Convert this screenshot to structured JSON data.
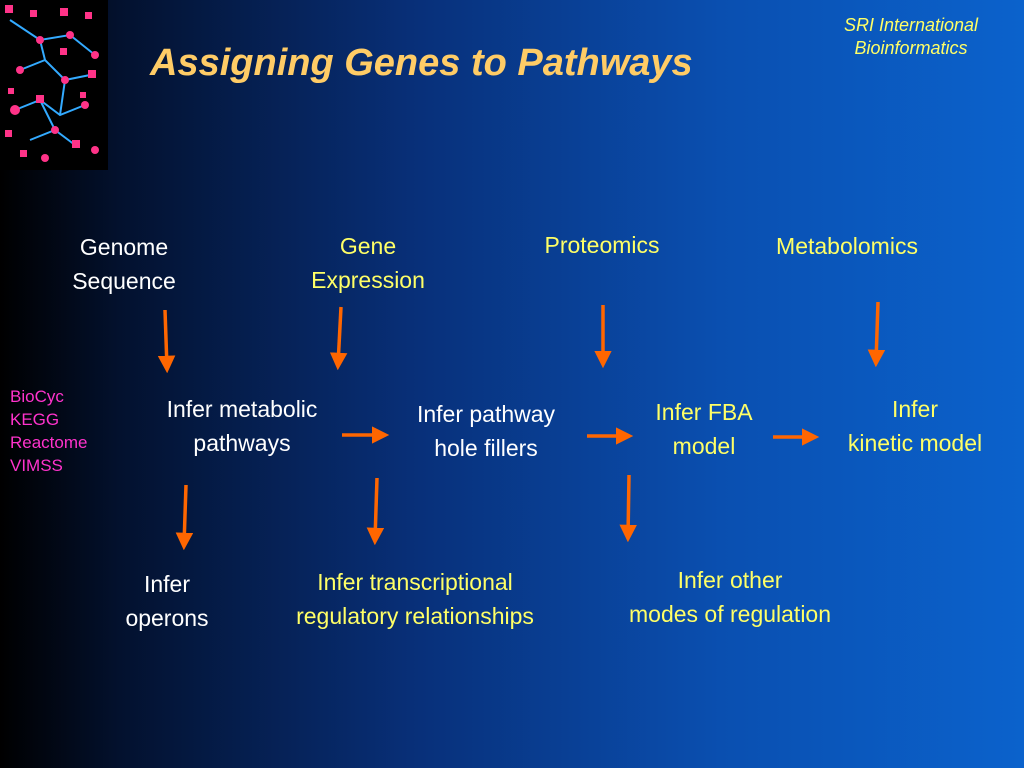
{
  "title": "Assigning Genes to Pathways",
  "org": [
    "SRI International",
    "Bioinformatics"
  ],
  "logo_icon": "pathway-network-thumbnail",
  "colors": {
    "title": "#ffcc66",
    "yellow_text": "#ffff66",
    "white_text": "#ffffff",
    "databases": "#ff33cc",
    "arrow": "#ff6600"
  },
  "inputs": {
    "genome": [
      "Genome",
      "Sequence"
    ],
    "expression": [
      "Gene",
      "Expression"
    ],
    "proteomics": [
      "Proteomics"
    ],
    "metabolomics": [
      "Metabolomics"
    ]
  },
  "steps": {
    "metabolic": [
      "Infer metabolic",
      "pathways"
    ],
    "hole_fillers": [
      "Infer pathway",
      "hole fillers"
    ],
    "fba": [
      "Infer FBA",
      "model"
    ],
    "kinetic": [
      "Infer",
      "kinetic model"
    ]
  },
  "outputs": {
    "operons": [
      "Infer",
      "operons"
    ],
    "regulatory": [
      "Infer transcriptional",
      "regulatory relationships"
    ],
    "other_regulation": [
      "Infer other",
      "modes of regulation"
    ]
  },
  "databases": [
    "BioCyc",
    "KEGG",
    "Reactome",
    "VIMSS"
  ]
}
